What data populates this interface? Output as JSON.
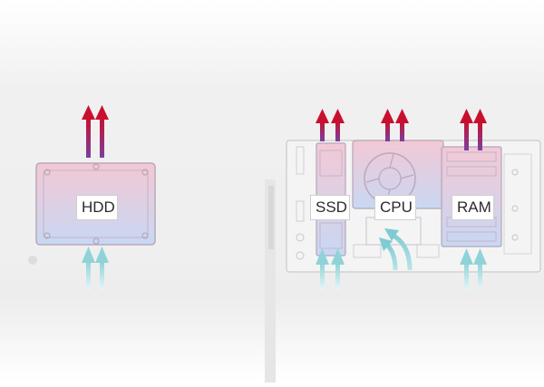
{
  "labels": {
    "hdd": "HDD",
    "ssd": "SSD",
    "cpu": "CPU",
    "ram": "RAM"
  },
  "colors": {
    "hot_arrow_top": "#c8102e",
    "hot_arrow_bottom": "#7b3fa0",
    "cool_arrow": "#8fd3d8",
    "component_tint_top": "#f3cfd9",
    "component_tint_bottom": "#cbd9f3"
  }
}
